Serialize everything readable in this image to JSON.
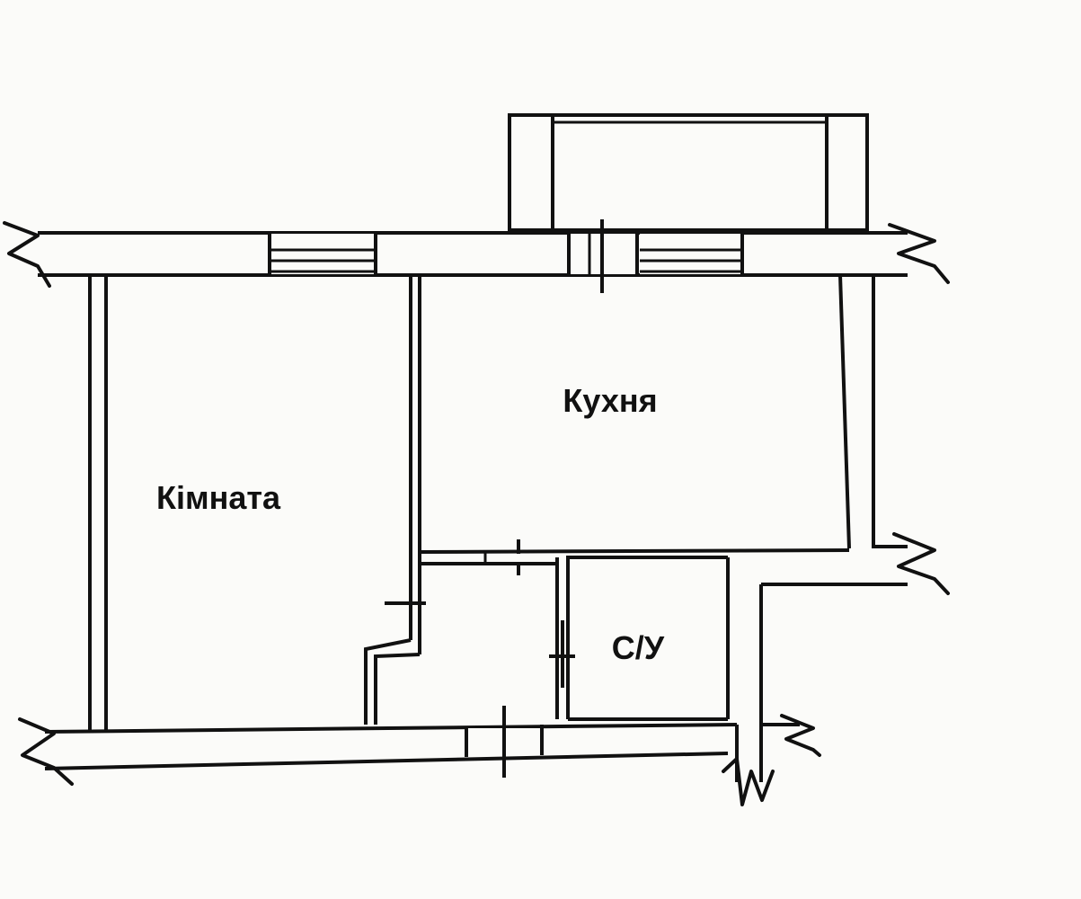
{
  "rooms": {
    "room": "Кімната",
    "kitchen": "Кухня",
    "bathroom": "С/У"
  }
}
